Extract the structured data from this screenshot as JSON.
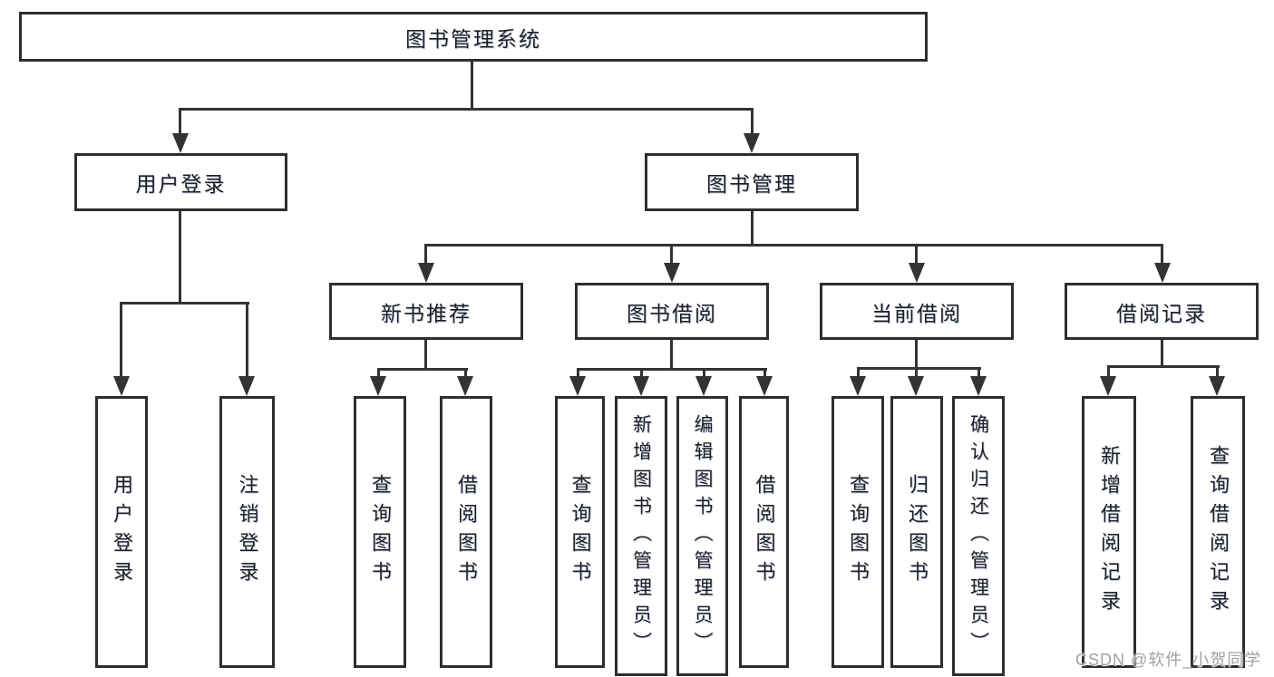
{
  "diagram": {
    "type": "hierarchy-tree",
    "title": "图书管理系统",
    "root": {
      "label": "图书管理系统"
    },
    "level2": {
      "user_login": {
        "label": "用户登录"
      },
      "book_mgmt": {
        "label": "图书管理"
      }
    },
    "level3": {
      "new_book": {
        "label": "新书推荐"
      },
      "book_borrow": {
        "label": "图书借阅"
      },
      "current_borrow": {
        "label": "当前借阅"
      },
      "borrow_record": {
        "label": "借阅记录"
      }
    },
    "leaves": {
      "ul_login": {
        "label": "用户登录"
      },
      "ul_logout": {
        "label": "注销登录"
      },
      "nb_query": {
        "label": "查询图书"
      },
      "nb_borrow": {
        "label": "借阅图书"
      },
      "bb_query": {
        "label": "查询图书"
      },
      "bb_add": {
        "label": "新增图书（管理员）"
      },
      "bb_edit": {
        "label": "编辑图书（管理员）"
      },
      "bb_borrow": {
        "label": "借阅图书"
      },
      "cb_query": {
        "label": "查询图书"
      },
      "cb_return": {
        "label": "归还图书"
      },
      "cb_confirm": {
        "label": "确认归还（管理员）"
      },
      "br_add": {
        "label": "新增借阅记录"
      },
      "br_query": {
        "label": "查询借阅记录"
      }
    },
    "edges": [
      {
        "from": "图书管理系统",
        "to": "用户登录"
      },
      {
        "from": "图书管理系统",
        "to": "图书管理"
      },
      {
        "from": "用户登录",
        "to": "用户登录"
      },
      {
        "from": "用户登录",
        "to": "注销登录"
      },
      {
        "from": "图书管理",
        "to": "新书推荐"
      },
      {
        "from": "图书管理",
        "to": "图书借阅"
      },
      {
        "from": "图书管理",
        "to": "当前借阅"
      },
      {
        "from": "图书管理",
        "to": "借阅记录"
      },
      {
        "from": "新书推荐",
        "to": "查询图书"
      },
      {
        "from": "新书推荐",
        "to": "借阅图书"
      },
      {
        "from": "图书借阅",
        "to": "查询图书"
      },
      {
        "from": "图书借阅",
        "to": "新增图书（管理员）"
      },
      {
        "from": "图书借阅",
        "to": "编辑图书（管理员）"
      },
      {
        "from": "图书借阅",
        "to": "借阅图书"
      },
      {
        "from": "当前借阅",
        "to": "查询图书"
      },
      {
        "from": "当前借阅",
        "to": "归还图书"
      },
      {
        "from": "当前借阅",
        "to": "确认归还（管理员）"
      },
      {
        "from": "借阅记录",
        "to": "新增借阅记录"
      },
      {
        "from": "借阅记录",
        "to": "查询借阅记录"
      }
    ]
  },
  "watermark": {
    "text": "CSDN @软件_小贺同学"
  },
  "colors": {
    "background": "#ffffff",
    "box_border": "#2e2e2e",
    "line": "#333333",
    "text": "#1f1f1f",
    "watermark": "#a2a2a2"
  }
}
